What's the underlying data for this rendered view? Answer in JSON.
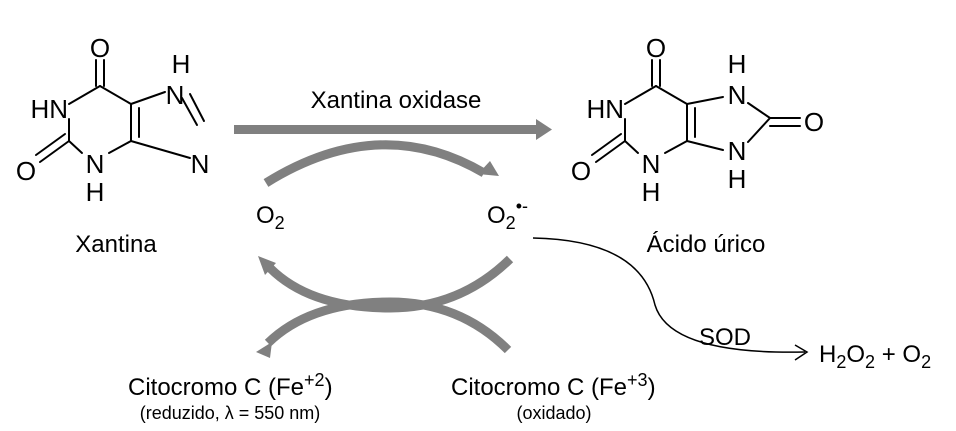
{
  "colors": {
    "arrow": "#808080",
    "ink": "#000000",
    "background": "#ffffff"
  },
  "xanthine": {
    "name": "Xantina",
    "atoms": {
      "o_top": "O",
      "o_left": "O",
      "nh1": "HN",
      "n3": "N",
      "h3": "H",
      "n7": "N",
      "h7": "H",
      "n9": "N"
    }
  },
  "uric_acid": {
    "name": "Ácido úrico",
    "atoms": {
      "o_top": "O",
      "o_left": "O",
      "o_right": "O",
      "nh1": "HN",
      "n3": "N",
      "h3": "H",
      "n7": "N",
      "h7": "H",
      "n9": "N",
      "h9": "H"
    }
  },
  "enzyme_label": "Xantina oxidase",
  "oxygen": {
    "base": "O",
    "sub": "2"
  },
  "superoxide": {
    "base": "O",
    "sub": "2",
    "sup": "•-"
  },
  "sod_label": "SOD",
  "products": {
    "h": "H",
    "h_sub": "2",
    "o": "O",
    "o_sub": "2",
    "plus": " + ",
    "o2": "O",
    "o2_sub": "2"
  },
  "cyt_reduced": {
    "text": "Citocromo  C (Fe",
    "sup": "+2",
    "close": ")",
    "note": "(reduzido, λ = 550  nm)"
  },
  "cyt_oxidized": {
    "text": "Citocromo  C (Fe",
    "sup": "+3",
    "close": ")",
    "note": "(oxidado)"
  }
}
